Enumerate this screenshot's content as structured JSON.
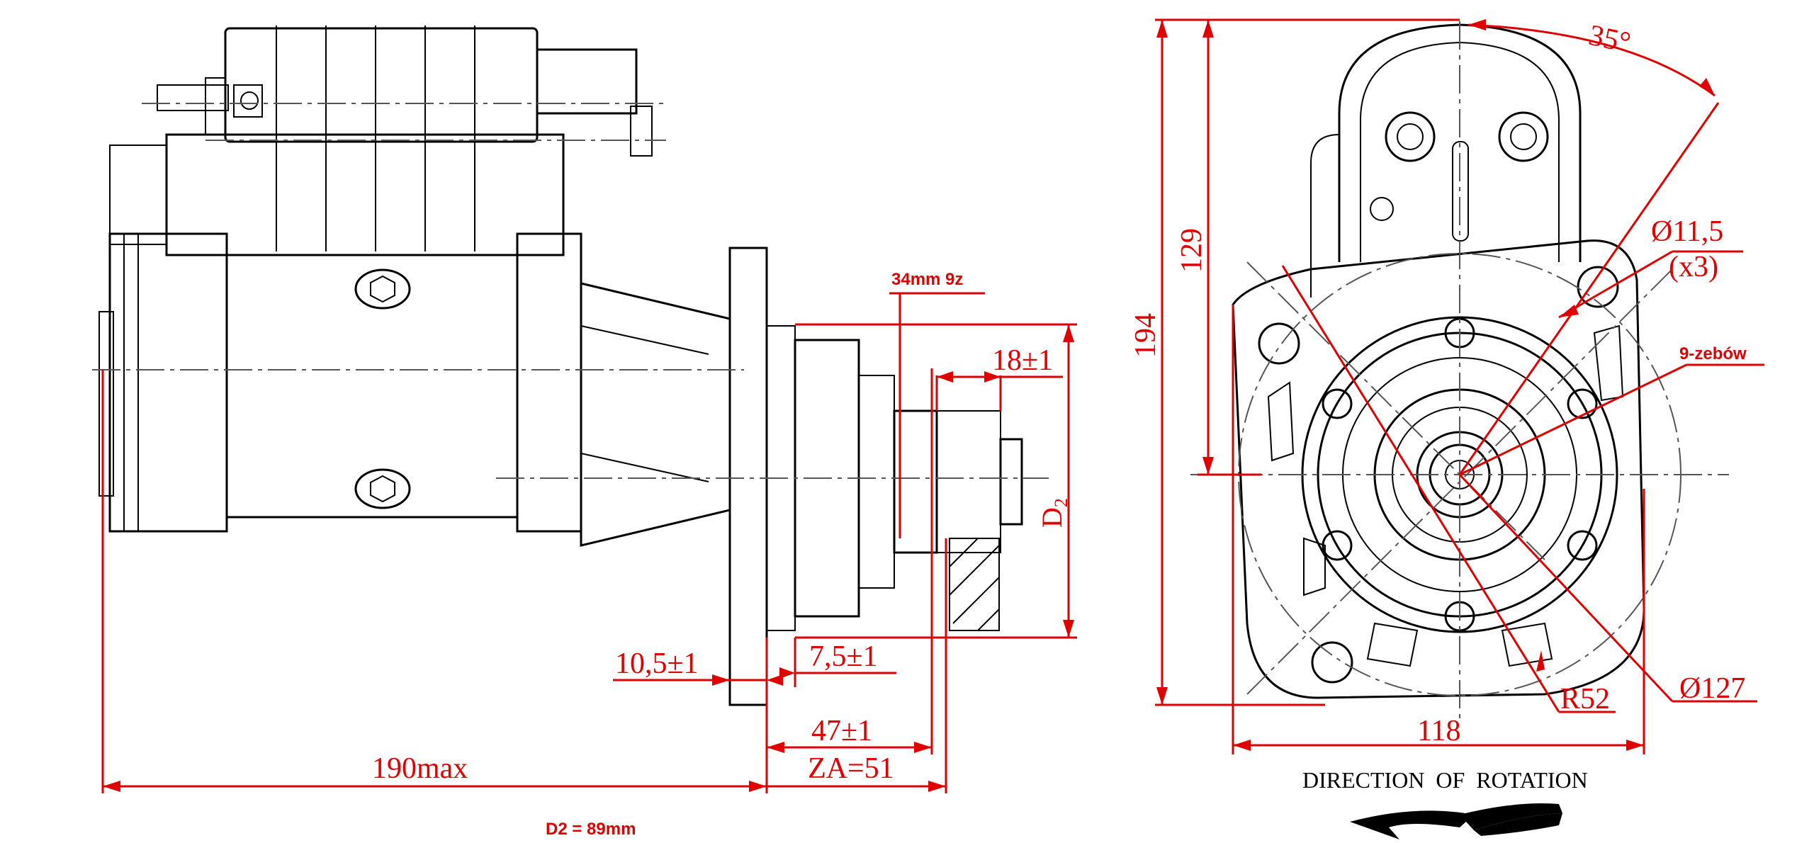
{
  "side_view": {
    "dim_length": "190max",
    "dim_flange_thickness": "10,5±1",
    "dim_flange_to_pinion": "7,5±1",
    "dim_pinion_length": "18±1",
    "dim_pinion_travel": "47±1",
    "dim_za": "ZA=51",
    "dim_d2": "D",
    "dim_d2_sub": "2",
    "pinion_spec": "34mm  9z",
    "d2_note": "D2 = 89mm"
  },
  "front_view": {
    "dim_height": "194",
    "dim_upper_height": "129",
    "dim_angle": "35°",
    "dim_hole_diameter": "Ø11,5",
    "dim_hole_count": "(x3)",
    "teeth_note": "9-zebów",
    "dim_radius": "R52",
    "dim_pitch_circle": "Ø127",
    "dim_width": "118",
    "rotation_label": "DIRECTION  OF  ROTATION"
  }
}
